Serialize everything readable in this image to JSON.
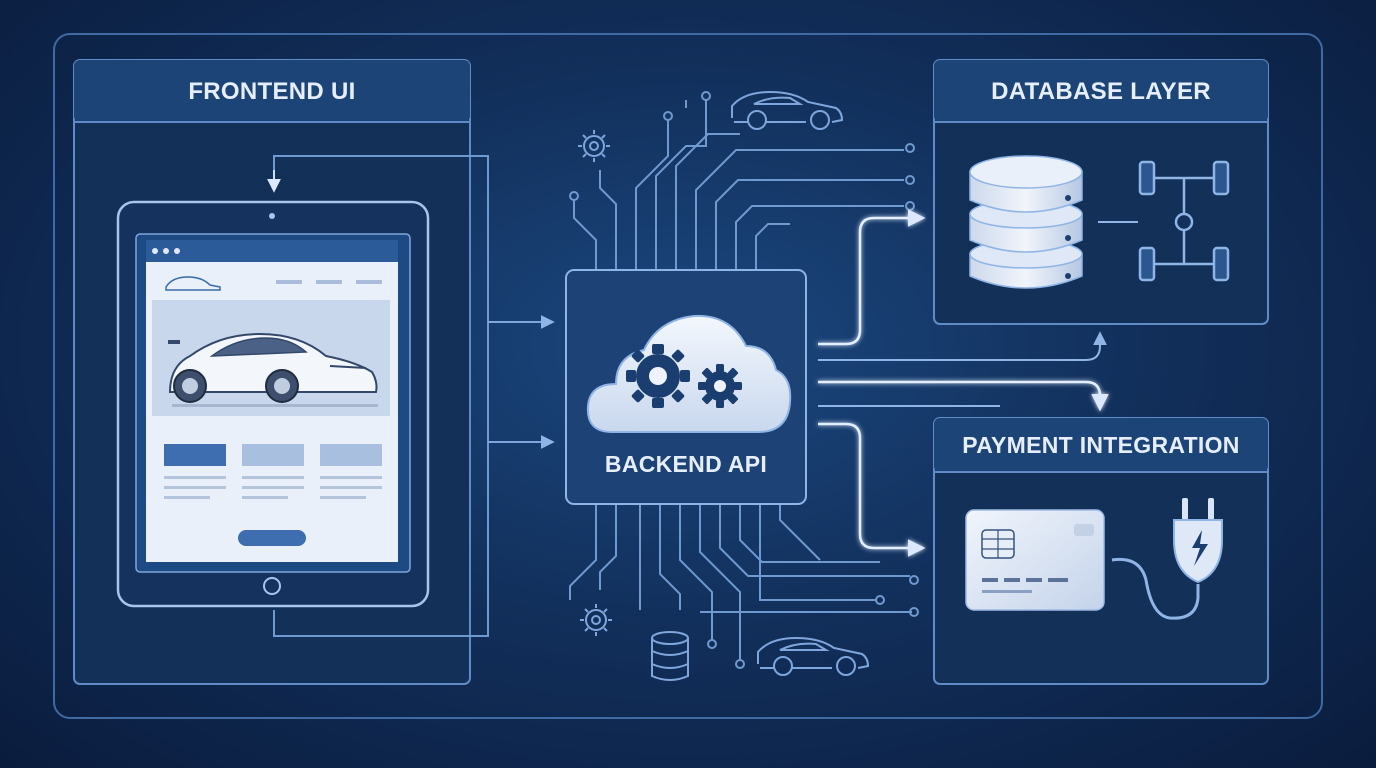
{
  "panels": {
    "frontend": {
      "title": "FRONTEND UI"
    },
    "database": {
      "title": "DATABASE LAYER"
    },
    "payment": {
      "title": "PAYMENT INTEGRATION"
    },
    "backend": {
      "title": "BACKEND API"
    }
  },
  "icons": {
    "device": "tablet-icon",
    "site_car": "sports-car-icon",
    "backend": "cloud-gears-icon",
    "storage": "database-stack-icon",
    "chassis": "car-chassis-icon",
    "card": "credit-card-icon",
    "plug": "power-plug-icon"
  },
  "colors": {
    "background": "#12305c",
    "panel": "#15335f",
    "header": "#1e4577",
    "line": "#6f9ad0",
    "glow": "#bcd6ff",
    "text": "#e7eefb"
  }
}
